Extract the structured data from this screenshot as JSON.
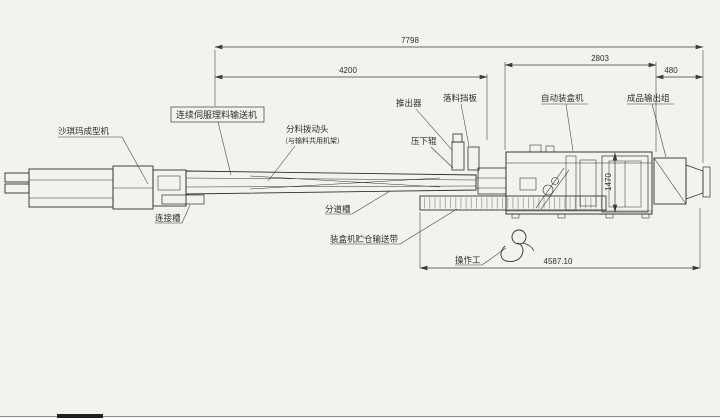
{
  "dimensions": {
    "total_length": "7798",
    "infeed_conveyor_length": "4200",
    "cartoner_length": "2803",
    "output_length": "480",
    "cartoner_width": "1470",
    "floor_length": "4587.10"
  },
  "labels": {
    "forming_machine": "沙琪玛成型机",
    "servo_feed_conveyor": "连续伺服理料输送机",
    "divider_head": "分料拨动头",
    "divider_head_note": "（与输料共用机架）",
    "pusher": "推出器",
    "drop_baffle": "落料挡板",
    "press_roller": "压下辊",
    "auto_cartoner": "自动装盒机",
    "product_output_unit": "成品输出组",
    "connecting_chute": "连接槽",
    "lane_divider_chute": "分道槽",
    "cartoner_magazine_conveyor": "装盒机贮仓输送带",
    "operator": "操作工"
  }
}
